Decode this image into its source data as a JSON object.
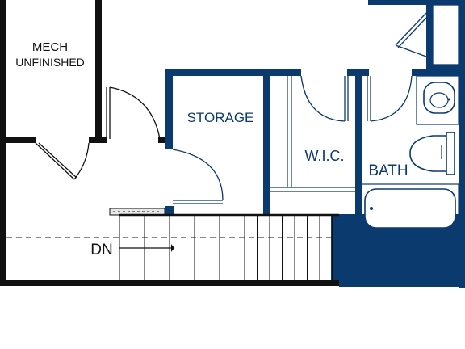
{
  "rooms": {
    "mech_line1": "MECH",
    "mech_line2": "UNFINISHED",
    "storage": "STORAGE",
    "wic": "W.I.C.",
    "bath": "BATH"
  },
  "stairs": {
    "direction": "DN"
  },
  "colors": {
    "navy": "#0a3a6e",
    "black": "#111111",
    "background": "#ffffff"
  }
}
